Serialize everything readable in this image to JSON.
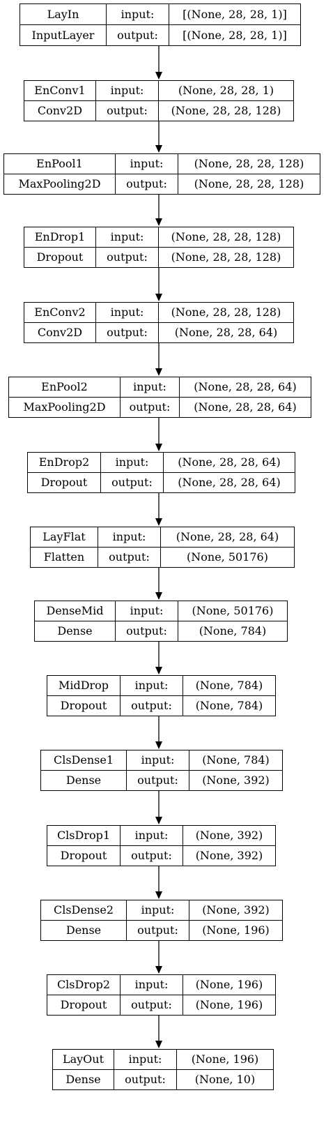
{
  "layers": [
    {
      "name": "LayIn",
      "type": "InputLayer",
      "input_label": "input:",
      "output_label": "output:",
      "input_shape": "[(None, 28, 28, 1)]",
      "output_shape": "[(None, 28, 28, 1)]"
    },
    {
      "name": "EnConv1",
      "type": "Conv2D",
      "input_label": "input:",
      "output_label": "output:",
      "input_shape": "(None, 28, 28, 1)",
      "output_shape": "(None, 28, 28, 128)"
    },
    {
      "name": "EnPool1",
      "type": "MaxPooling2D",
      "input_label": "input:",
      "output_label": "output:",
      "input_shape": "(None, 28, 28, 128)",
      "output_shape": "(None, 28, 28, 128)"
    },
    {
      "name": "EnDrop1",
      "type": "Dropout",
      "input_label": "input:",
      "output_label": "output:",
      "input_shape": "(None, 28, 28, 128)",
      "output_shape": "(None, 28, 28, 128)"
    },
    {
      "name": "EnConv2",
      "type": "Conv2D",
      "input_label": "input:",
      "output_label": "output:",
      "input_shape": "(None, 28, 28, 128)",
      "output_shape": "(None, 28, 28, 64)"
    },
    {
      "name": "EnPool2",
      "type": "MaxPooling2D",
      "input_label": "input:",
      "output_label": "output:",
      "input_shape": "(None, 28, 28, 64)",
      "output_shape": "(None, 28, 28, 64)"
    },
    {
      "name": "EnDrop2",
      "type": "Dropout",
      "input_label": "input:",
      "output_label": "output:",
      "input_shape": "(None, 28, 28, 64)",
      "output_shape": "(None, 28, 28, 64)"
    },
    {
      "name": "LayFlat",
      "type": "Flatten",
      "input_label": "input:",
      "output_label": "output:",
      "input_shape": "(None, 28, 28, 64)",
      "output_shape": "(None, 50176)"
    },
    {
      "name": "DenseMid",
      "type": "Dense",
      "input_label": "input:",
      "output_label": "output:",
      "input_shape": "(None, 50176)",
      "output_shape": "(None, 784)"
    },
    {
      "name": "MidDrop",
      "type": "Dropout",
      "input_label": "input:",
      "output_label": "output:",
      "input_shape": "(None, 784)",
      "output_shape": "(None, 784)"
    },
    {
      "name": "ClsDense1",
      "type": "Dense",
      "input_label": "input:",
      "output_label": "output:",
      "input_shape": "(None, 784)",
      "output_shape": "(None, 392)"
    },
    {
      "name": "ClsDrop1",
      "type": "Dropout",
      "input_label": "input:",
      "output_label": "output:",
      "input_shape": "(None, 392)",
      "output_shape": "(None, 392)"
    },
    {
      "name": "ClsDense2",
      "type": "Dense",
      "input_label": "input:",
      "output_label": "output:",
      "input_shape": "(None, 392)",
      "output_shape": "(None, 196)"
    },
    {
      "name": "ClsDrop2",
      "type": "Dropout",
      "input_label": "input:",
      "output_label": "output:",
      "input_shape": "(None, 196)",
      "output_shape": "(None, 196)"
    },
    {
      "name": "LayOut",
      "type": "Dense",
      "input_label": "input:",
      "output_label": "output:",
      "input_shape": "(None, 196)",
      "output_shape": "(None, 10)"
    }
  ]
}
